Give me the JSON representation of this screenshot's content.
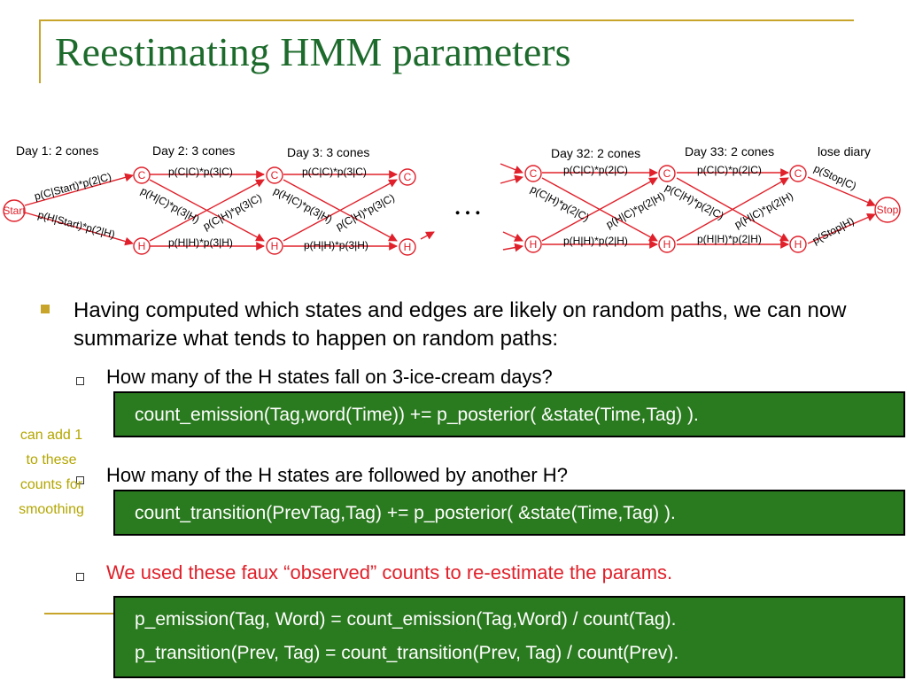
{
  "title": "Reestimating HMM parameters",
  "colors": {
    "title": "#1d6b2c",
    "accent": "#c8a52a",
    "node": "#e0202a",
    "code_bg": "#2a7a1f",
    "note": "#b3a600"
  },
  "diagram": {
    "day_labels": [
      "Day 1: 2 cones",
      "Day 2: 3 cones",
      "Day 3: 3 cones",
      "Day 32: 2 cones",
      "Day 33: 2 cones",
      "lose diary"
    ],
    "nodes": {
      "start": "Start",
      "stop": "Stop",
      "c": "C",
      "h": "H"
    },
    "ellipsis": "…",
    "edges": {
      "start_c": "p(C|Start)*p(2|C)",
      "start_h": "p(H|Start)*p(2|H)",
      "d12_cc": "p(C|C)*p(3|C)",
      "d12_hc": "p(H|C)*p(3|H)",
      "d12_ch": "p(C|H)*p(3|C)",
      "d12_hh": "p(H|H)*p(3|H)",
      "d23_cc": "p(C|C)*p(3|C)",
      "d23_hc": "p(H|C)*p(3|H)",
      "d23_ch": "p(C|H)*p(3|C)",
      "d23_hh": "p(H|H)*p(3|H)",
      "d3233_cc": "p(C|C)*p(2|C)",
      "d3233_ch": "p(C|H)*p(2|C)",
      "d3233_hc": "p(H|C)*p(2|H)",
      "d3233_hh": "p(H|H)*p(2|H)",
      "d33_cc": "p(C|C)*p(2|C)",
      "d33_ch": "p(C|H)*p(2|C)",
      "d33_hc": "p(H|C)*p(2|H)",
      "d33_hh": "p(H|H)*p(2|H)",
      "stop_c": "p(Stop|C)",
      "stop_h": "p(Stop|H)"
    }
  },
  "body": {
    "main_bullet": "Having computed which states and edges are likely on random paths, we can now summarize what tends to happen on random paths:",
    "q1": "How many of the H states fall on 3-ice-cream days?",
    "code1": "count_emission(Tag,word(Time)) += p_posterior( &state(Time,Tag) ).",
    "q2": "How many of the H states are followed by another H?",
    "code2": "count_transition(PrevTag,Tag) += p_posterior( &state(Time,Tag) ).",
    "q3": "We used these faux “observed” counts to re-estimate the params.",
    "code3_line1": "p_emission(Tag, Word) = count_emission(Tag,Word) / count(Tag).",
    "code3_line2": "p_transition(Prev, Tag) = count_transition(Prev, Tag) / count(Prev)."
  },
  "note": [
    "can add 1",
    "to these",
    "counts for",
    "smoothing"
  ]
}
